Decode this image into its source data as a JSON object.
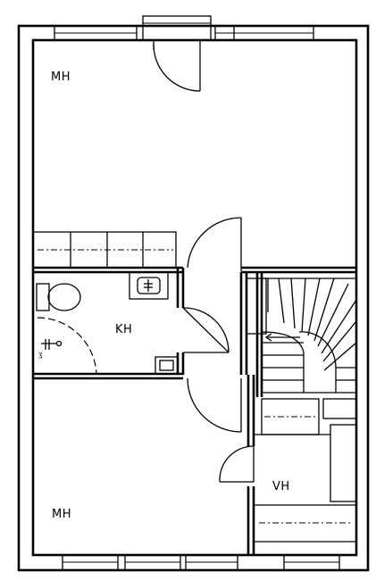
{
  "rooms": {
    "mh_top": "MH",
    "kh": "KH",
    "mh_bottom": "MH",
    "vh": "VH"
  },
  "colors": {
    "line": "#000000",
    "background": "#ffffff"
  }
}
